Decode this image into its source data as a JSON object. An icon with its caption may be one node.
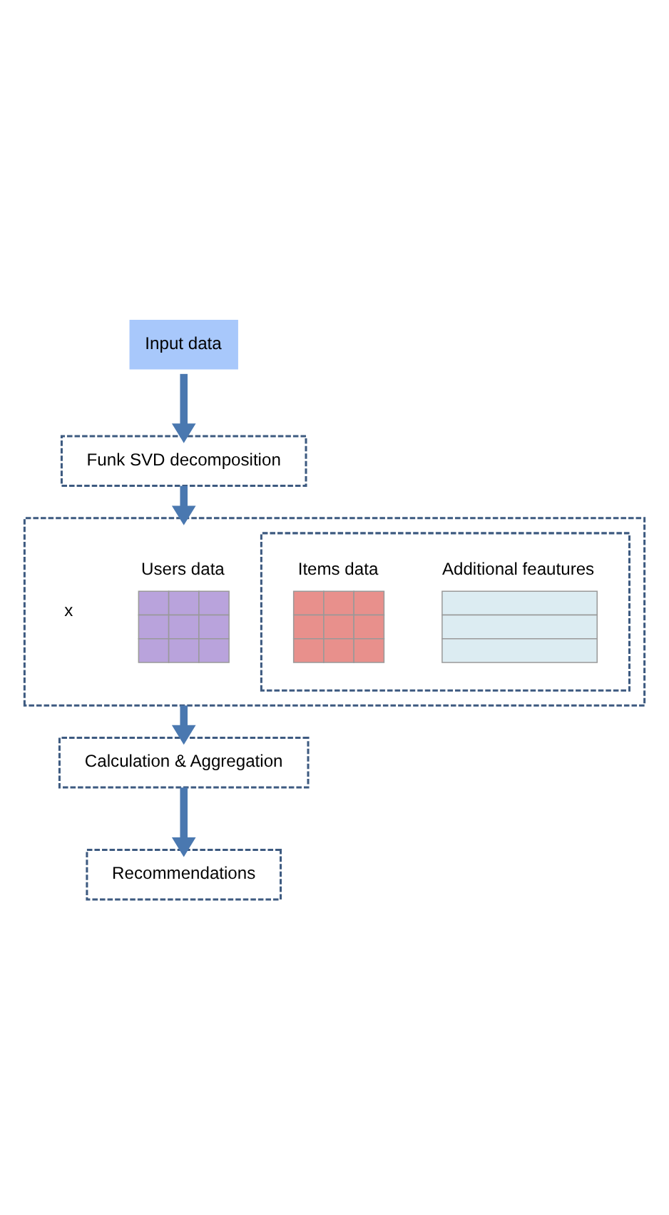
{
  "diagram": {
    "nodes": [
      {
        "text": [
          "Input data"
        ]
      },
      {
        "text": [
          "Funk SVD decomposition"
        ]
      },
      {
        "text": [],
        "shape": "box"
      },
      {
        "text": [
          "Users data"
        ],
        "in": 2
      },
      {
        "text": [],
        "shape": "box",
        "in": 2
      },
      {
        "text": [
          "Additional feautures"
        ],
        "in": 4
      },
      {
        "text": [
          "Items data"
        ],
        "in": 4
      },
      {
        "text": [
          "Calculation & Aggregation"
        ]
      },
      {
        "text": [
          "Recommendations"
        ]
      }
    ],
    "edges": [
      {
        "from": 0,
        "to": 1,
        "arrow": "to"
      },
      {
        "from": 1,
        "to": 2,
        "arrow": "to"
      },
      {
        "from": 2,
        "to": 7,
        "arrow": "to"
      },
      {
        "from": 7,
        "to": 8,
        "arrow": "to"
      }
    ],
    "labels": [
      "x"
    ]
  }
}
